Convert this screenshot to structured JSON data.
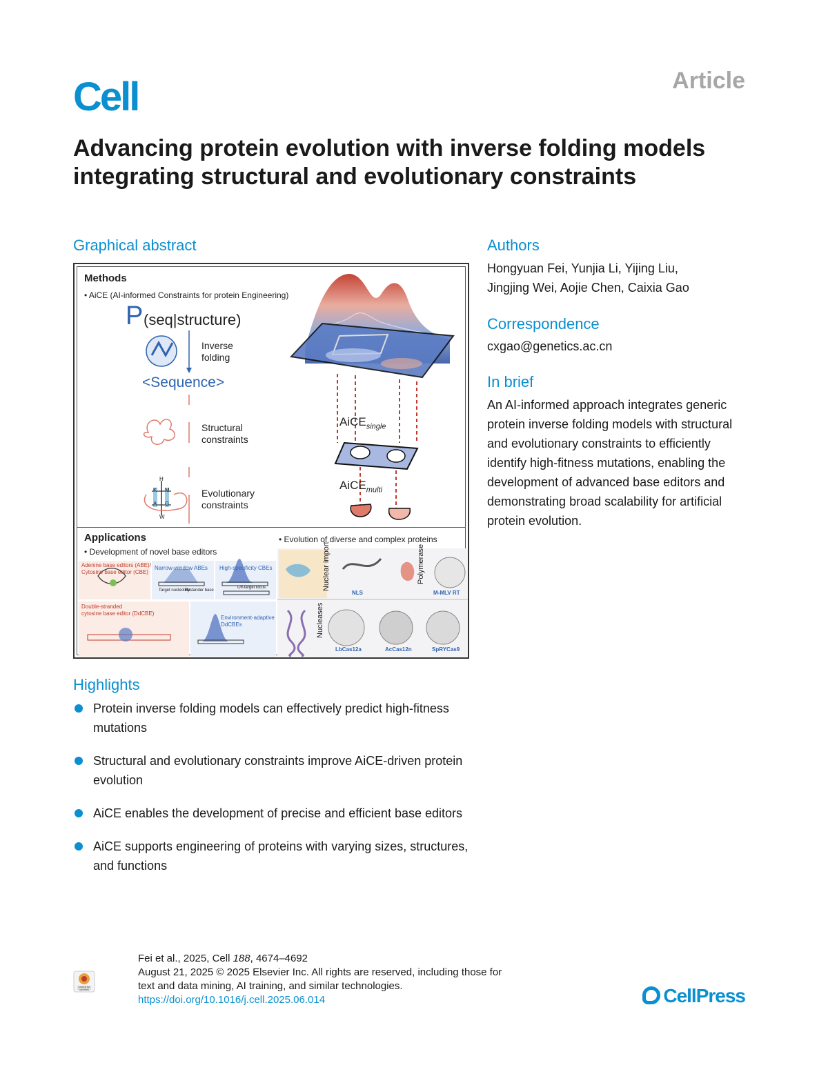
{
  "header": {
    "journal": "Cell",
    "article_type": "Article"
  },
  "title": "Advancing protein evolution with inverse folding models integrating structural and evolutionary constraints",
  "graphical_abstract": {
    "heading": "Graphical abstract",
    "methods": {
      "label": "Methods",
      "aice_line": "• AiCE (AI-informed Constraints for protein Engineering)",
      "formula_p": "P",
      "formula_rest": "(seq|structure)",
      "inverse_folding": [
        "Inverse",
        "folding"
      ],
      "sequence": "<Sequence>",
      "structural": [
        "Structural",
        "constraints"
      ],
      "evolutionary": [
        "Evolutionary",
        "constraints"
      ],
      "aice_single": "AiCE",
      "aice_single_sub": "single",
      "aice_multi": "AiCE",
      "aice_multi_sub": "multi",
      "residue_letters": [
        "H",
        "K",
        "M",
        "A",
        "G",
        "W"
      ]
    },
    "applications": {
      "label": "Applications",
      "base_editors_line": "• Development of novel base editors",
      "proteins_line": "• Evolution of diverse and complex proteins",
      "abe_cbe": [
        "Adenine base editors (ABE)/",
        "Cytosine base editor (CBE)"
      ],
      "narrow_window": "Narrow-window ABEs",
      "high_specificity": "High-specificity CBEs",
      "target_nucleotide": "Target nucleotide",
      "bystander_base": "Bystander base",
      "off_target": "Off-target locus",
      "ddcbe": [
        "Double-stranded",
        "cytosine base editor (DdCBE)"
      ],
      "env_adaptive": [
        "Environment-adaptive",
        "DdCBEs"
      ],
      "nuclear_import": "Nuclear import",
      "nls": "NLS",
      "polymerase": "Polymerase",
      "mmlv": "M-MLV RT",
      "nucleases": "Nucleases",
      "lbcas12a": "LbCas12a",
      "accas12n": "AcCas12n",
      "sprycas9": "SpRYCas9"
    }
  },
  "authors": {
    "heading": "Authors",
    "line1": "Hongyuan Fei, Yunjia Li, Yijing Liu,",
    "line2": "Jingjing Wei, Aojie Chen, Caixia Gao"
  },
  "correspondence": {
    "heading": "Correspondence",
    "email": "cxgao@genetics.ac.cn"
  },
  "in_brief": {
    "heading": "In brief",
    "text": "An AI-informed approach integrates generic protein inverse folding models with structural and evolutionary constraints to efficiently identify high-fitness mutations, enabling the development of advanced base editors and demonstrating broad scalability for artificial protein evolution."
  },
  "highlights": {
    "heading": "Highlights",
    "items": [
      "Protein inverse folding models can effectively predict high-fitness mutations",
      "Structural and evolutionary constraints improve AiCE-driven protein evolution",
      "AiCE enables the development of precise and efficient base editors",
      "AiCE supports engineering of proteins with varying sizes, structures, and functions"
    ]
  },
  "footer": {
    "citation_prefix": "Fei et al., 2025, Cell ",
    "volume": "188",
    "pages": ", 4674–4692",
    "date_line": "August 21, 2025 © 2025 Elsevier Inc. All rights are reserved, including those for",
    "rights_line": "text and data mining, AI training, and similar technologies.",
    "doi": "https://doi.org/10.1016/j.cell.2025.06.014",
    "check_updates": "Check for updates",
    "publisher": "CellPress"
  },
  "colors": {
    "accent": "#0a8fd0",
    "article_gray": "#a7a7a7"
  }
}
